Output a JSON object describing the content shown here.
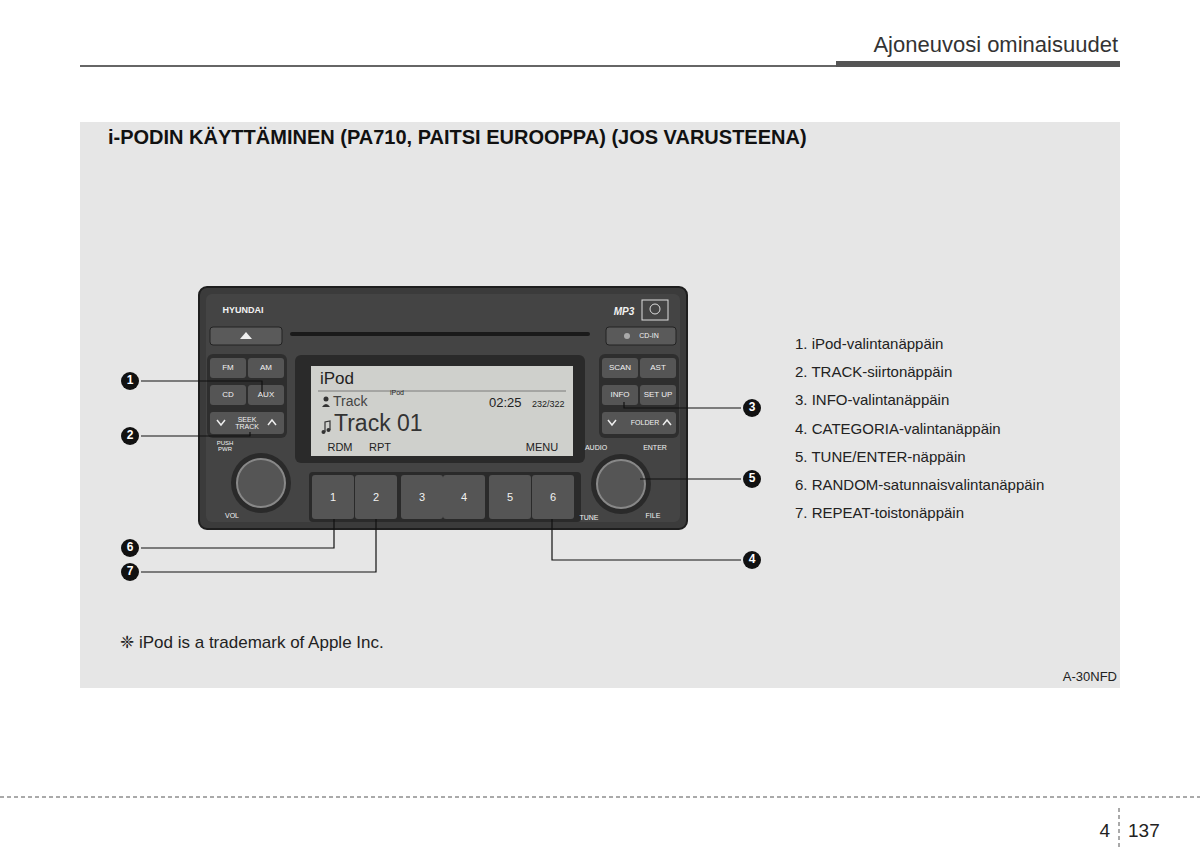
{
  "diagram": {
    "title": "i-PODIN KÄYTTÄMINEN (PA710, PAITSI EUROOPPA) (JOS VARUSTEENA)",
    "labels": [
      "Ajoneuvosi ominaisuudet",
      "HYUNDAI",
      "MP3",
      "CD-IN",
      "FM",
      "AM",
      "CD",
      "AUX",
      "SEEK TRACK",
      "PUSH PWR",
      "VOL",
      "iPod",
      "Track",
      "iPod",
      "02:25",
      "232/322",
      "Track 01",
      "RDM",
      "RPT",
      "MENU",
      "SCAN",
      "AST",
      "INFO",
      "SET UP",
      "FOLDER",
      "AUDIO",
      "ENTER",
      "TUNE",
      "FILE",
      "1",
      "2",
      "3",
      "4",
      "5",
      "6",
      "1",
      "2",
      "3",
      "5",
      "6",
      "7",
      "4",
      "1. iPod-valintanäppäin",
      "2. TRACK-siirtonäppäin",
      "3. INFO-valintanäppäin",
      "4. CATEGORIA-valintanäppäin",
      "5. TUNE/ENTER-näppäin",
      "6. RANDOM-satunnaisvalintanäppäin",
      "7. REPEAT-toistonäppäin",
      "❈ iPod is a trademark of Apple Inc.",
      "A-30NFD",
      "4",
      "137"
    ]
  }
}
